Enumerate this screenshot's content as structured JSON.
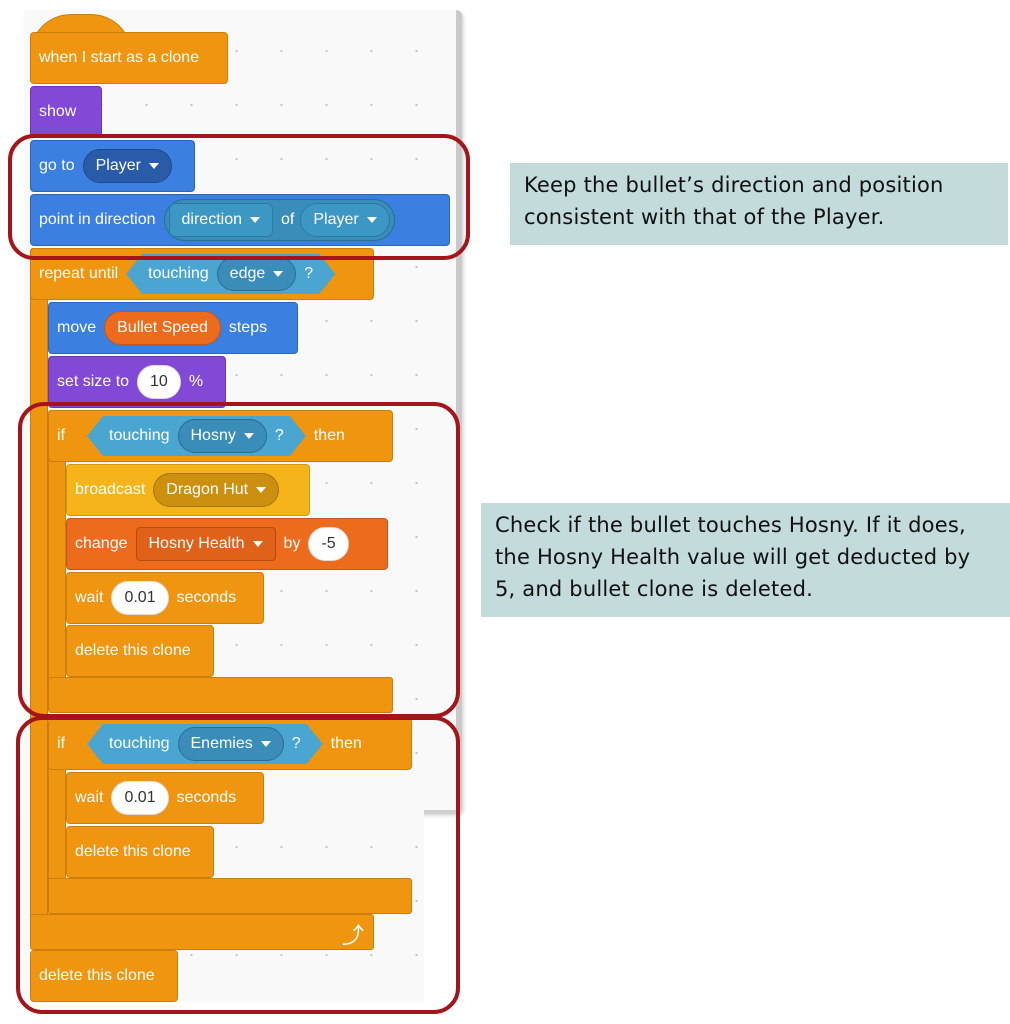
{
  "script": {
    "hat": {
      "label": "when I start as a clone"
    },
    "show": {
      "label": "show"
    },
    "go_to": {
      "label": "go to",
      "target": "Player"
    },
    "point": {
      "label": "point in direction",
      "property": "direction",
      "of": "of",
      "object": "Player"
    },
    "repeat": {
      "label": "repeat until",
      "cond_label": "touching",
      "cond_target": "edge",
      "q": "?"
    },
    "move": {
      "label": "move",
      "value": "Bullet Speed",
      "suffix": "steps"
    },
    "size": {
      "label": "set size to",
      "value": "10",
      "suffix": "%"
    },
    "if1": {
      "label": "if",
      "cond_label": "touching",
      "cond_target": "Hosny",
      "q": "?",
      "then": "then"
    },
    "broadcast": {
      "label": "broadcast",
      "message": "Dragon Hut"
    },
    "change": {
      "label": "change",
      "variable": "Hosny Health",
      "by": "by",
      "value": "-5"
    },
    "wait1": {
      "label": "wait",
      "value": "0.01",
      "suffix": "seconds"
    },
    "del1": {
      "label": "delete this clone"
    },
    "if2": {
      "label": "if",
      "cond_label": "touching",
      "cond_target": "Enemies",
      "q": "?",
      "then": "then"
    },
    "wait2": {
      "label": "wait",
      "value": "0.01",
      "suffix": "seconds"
    },
    "del2": {
      "label": "delete this clone"
    },
    "del3": {
      "label": "delete this clone"
    },
    "loop_icon": "loop-arrow-icon"
  },
  "notes": [
    {
      "text": "Keep the bullet’s direction and position consistent with that of the Player."
    },
    {
      "text": "Check if the bullet touches Hosny. If it does, the Hosny Health value will get deducted by 5, and bullet clone is deleted."
    }
  ],
  "colors": {
    "highlight": "#a3151b",
    "note_bg": "#c3dbdb",
    "events": "#f0950f",
    "motion": "#3b7fe0",
    "looks": "#8248d6",
    "sensing": "#4aa5d0"
  }
}
